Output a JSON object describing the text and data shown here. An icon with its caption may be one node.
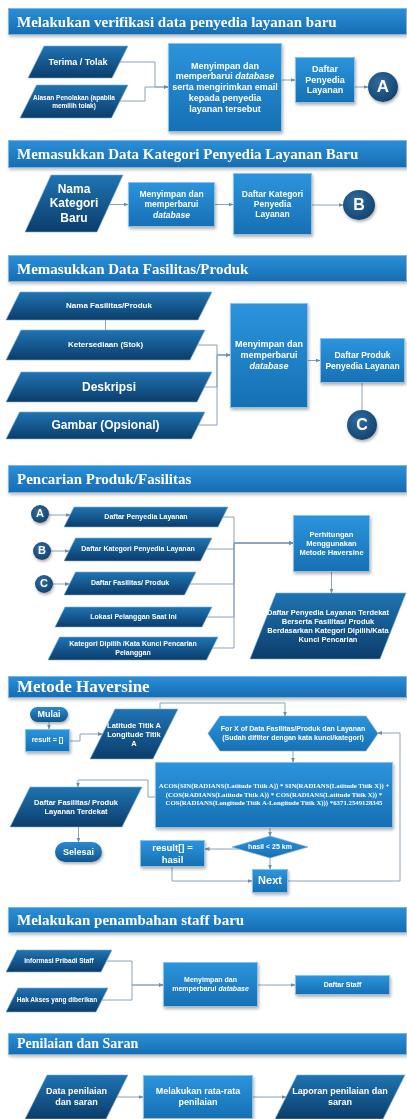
{
  "diagram": {
    "nodes": [
      {
        "text": [
          "Melakukan verifikasi data penyedia layanan baru"
        ]
      },
      {
        "text": [
          "Terima / Tolak"
        ]
      },
      {
        "text": [
          "Alasan Penolakan (apabila memilih tolak)"
        ]
      },
      {
        "text": [
          "Menyimpan dan memperbarui *database* serta mengirimkan email kepada penyedia layanan tersebut"
        ]
      },
      {
        "text": [
          "Daftar Penyedia Layanan"
        ]
      },
      {
        "text": [
          "A"
        ]
      },
      {
        "text": [
          "Memasukkan Data Kategori Penyedia Layanan Baru"
        ]
      },
      {
        "text": [
          "Nama Kategori Baru"
        ]
      },
      {
        "text": [
          "Menyimpan dan memperbarui *database*"
        ]
      },
      {
        "text": [
          "Daftar Kategori Penyedia Layanan"
        ]
      },
      {
        "text": [
          "B"
        ]
      },
      {
        "text": [
          "Memasukkan Data Fasilitas/Produk"
        ]
      },
      {
        "text": [
          "Nama Fasilitas/Produk"
        ]
      },
      {
        "text": [
          "Ketersediaan (Stok)"
        ]
      },
      {
        "text": [
          "Deskripsi"
        ]
      },
      {
        "text": [
          "Gambar (Opsional)"
        ]
      },
      {
        "text": [
          "Menyimpan dan memperbarui *database*"
        ]
      },
      {
        "text": [
          "Daftar Produk Penyedia Layanan"
        ]
      },
      {
        "text": [
          "C"
        ]
      },
      {
        "text": [
          "Pencarian Produk/Fasilitas"
        ]
      },
      {
        "text": [
          "A"
        ]
      },
      {
        "text": [
          "Daftar Penyedia Layanan"
        ]
      },
      {
        "text": [
          "B"
        ]
      },
      {
        "text": [
          "Daftar Kategori Penyedia Layanan"
        ]
      },
      {
        "text": [
          "C"
        ]
      },
      {
        "text": [
          "Daftar Fasilitas/ Produk"
        ]
      },
      {
        "text": [
          "Lokasi Pelanggan Saat Ini"
        ]
      },
      {
        "text": [
          "Kategori Dipilih /Kata Kunci Pencarian Pelanggan"
        ]
      },
      {
        "text": [
          "Perhitungan Menggunakan Metode Haversine"
        ]
      },
      {
        "text": [
          "Daftar Penyedia Layanan Terdekat Berserta Fasilitas/ Produk Berdasarkan Kategori Dipilih/Kata Kunci Pencarian"
        ]
      },
      {
        "text": [
          "Metode Haversine"
        ]
      },
      {
        "text": [
          "Mulai"
        ]
      },
      {
        "text": [
          "result = []"
        ]
      },
      {
        "text": [
          "Latitude Titik A Longitude Titik A"
        ]
      },
      {
        "text": [
          "For X of Data Fasilitas/Produk dan Layanan (Sudah difilter dengan kata kunci/kategori)"
        ]
      },
      {
        "text": [
          "ACOS(SIN(RADIANS(Latitude Titik A)) * SIN(RADIANS(Latitude Titik X)) + (COS(RADIANS(Latitude Titik A)) * COS(RADIANS(Latitude Titik X)) * COS(RADIANS(Longitude Titik A-Longitude Titik X))) *6371.2549128345"
        ]
      },
      {
        "text": [
          "Daftar Fasilitas/ Produk Layanan Terdekat"
        ]
      },
      {
        "text": [
          "Selesai"
        ]
      },
      {
        "text": [
          "result[] = hasil"
        ]
      },
      {
        "text": [
          "hasil < 25 km"
        ]
      },
      {
        "text": [
          "Next"
        ]
      },
      {
        "text": [
          "Melakukan penambahan staff baru"
        ]
      },
      {
        "text": [
          "Informasi Pribadi Staff"
        ]
      },
      {
        "text": [
          "Hak Akses yang diberikan"
        ]
      },
      {
        "text": [
          "Menyimpan dan memperbarui *database*"
        ]
      },
      {
        "text": [
          "Daftar Staff"
        ]
      },
      {
        "text": [
          "Penilaian dan Saran"
        ]
      },
      {
        "text": [
          "Data penilaian dan saran"
        ]
      },
      {
        "text": [
          "Melakukan rata-rata penilaian"
        ]
      },
      {
        "text": [
          "Laporan penilaian dan saran"
        ]
      }
    ],
    "edges": [
      {
        "from": 1,
        "to": 3,
        "arrow": "to"
      },
      {
        "from": 2,
        "to": 3,
        "arrow": "to"
      },
      {
        "from": 3,
        "to": 4,
        "arrow": "to"
      },
      {
        "from": 4,
        "to": 5,
        "arrow": "to"
      },
      {
        "from": 7,
        "to": 8,
        "arrow": "to"
      },
      {
        "from": 8,
        "to": 9,
        "arrow": "to"
      },
      {
        "from": 9,
        "to": 10,
        "arrow": "to"
      },
      {
        "from": 12,
        "to": 13,
        "arrow": "none"
      },
      {
        "from": 13,
        "to": 16,
        "arrow": "to"
      },
      {
        "from": 14,
        "to": 16,
        "arrow": "to"
      },
      {
        "from": 15,
        "to": 16,
        "arrow": "to"
      },
      {
        "from": 16,
        "to": 17,
        "arrow": "to"
      },
      {
        "from": 17,
        "to": 18,
        "arrow": "none"
      },
      {
        "from": 20,
        "to": 21,
        "arrow": "to"
      },
      {
        "from": 22,
        "to": 23,
        "arrow": "to"
      },
      {
        "from": 24,
        "to": 25,
        "arrow": "to"
      },
      {
        "from": 21,
        "to": 28,
        "arrow": "to"
      },
      {
        "from": 23,
        "to": 28,
        "arrow": "to"
      },
      {
        "from": 25,
        "to": 28,
        "arrow": "to"
      },
      {
        "from": 26,
        "to": 28,
        "arrow": "to"
      },
      {
        "from": 27,
        "to": 28,
        "arrow": "to"
      },
      {
        "from": 28,
        "to": 29,
        "arrow": "to"
      },
      {
        "from": 31,
        "to": 32,
        "arrow": "to"
      },
      {
        "from": 32,
        "to": 33,
        "arrow": "to"
      },
      {
        "from": 33,
        "to": 34,
        "arrow": "to"
      },
      {
        "from": 34,
        "to": 35,
        "arrow": "to"
      },
      {
        "from": 35,
        "to": 36,
        "arrow": "to"
      },
      {
        "from": 36,
        "to": 37,
        "arrow": "to"
      },
      {
        "from": 35,
        "to": 39,
        "arrow": "to"
      },
      {
        "from": 39,
        "to": 38,
        "arrow": "to"
      },
      {
        "from": 39,
        "to": 40,
        "arrow": "to"
      },
      {
        "from": 38,
        "to": 40,
        "arrow": "to"
      },
      {
        "from": 40,
        "to": 34,
        "arrow": "to"
      },
      {
        "from": 42,
        "to": 44,
        "arrow": "to"
      },
      {
        "from": 43,
        "to": 44,
        "arrow": "to"
      },
      {
        "from": 44,
        "to": 45,
        "arrow": "to"
      },
      {
        "from": 47,
        "to": 48,
        "arrow": "to"
      },
      {
        "from": 48,
        "to": 49,
        "arrow": "to"
      }
    ]
  }
}
